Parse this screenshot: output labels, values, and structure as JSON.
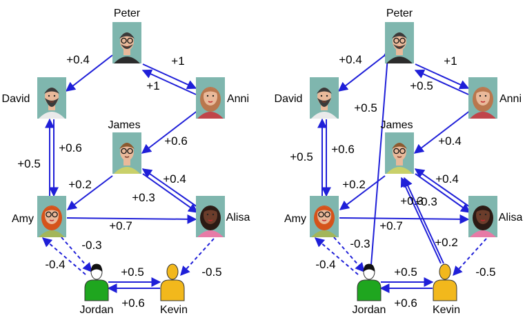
{
  "colors": {
    "edge": "#1f1fd8",
    "photo_bg": "#7fb6ae",
    "jordan": "#1fa61f",
    "kevin": "#f2b81c"
  },
  "panels": [
    {
      "id": "left",
      "nodes": [
        {
          "id": "peter",
          "name": "Peter",
          "icon": "bearded-glasses-man-icon"
        },
        {
          "id": "david",
          "name": "David",
          "icon": "bearded-man-icon"
        },
        {
          "id": "anni",
          "name": "Anni",
          "icon": "woman-icon"
        },
        {
          "id": "james",
          "name": "James",
          "icon": "glasses-man-icon"
        },
        {
          "id": "amy",
          "name": "Amy",
          "icon": "red-hair-woman-icon"
        },
        {
          "id": "alisa",
          "name": "Alisa",
          "icon": "dark-hair-woman-icon"
        },
        {
          "id": "jordan",
          "name": "Jordan",
          "icon": "green-user-icon"
        },
        {
          "id": "kevin",
          "name": "Kevin",
          "icon": "yellow-user-icon"
        }
      ],
      "edges": [
        {
          "from": "peter",
          "to": "david",
          "label": "+0.4",
          "style": "solid"
        },
        {
          "from": "peter",
          "to": "anni",
          "label": "+1",
          "style": "solid"
        },
        {
          "from": "anni",
          "to": "peter",
          "label": "+1",
          "style": "solid"
        },
        {
          "from": "anni",
          "to": "james",
          "label": "+0.6",
          "style": "solid"
        },
        {
          "from": "david",
          "to": "amy",
          "label": "+0.6",
          "style": "solid"
        },
        {
          "from": "amy",
          "to": "david",
          "label": "+0.5",
          "style": "solid"
        },
        {
          "from": "james",
          "to": "amy",
          "label": "+0.2",
          "style": "solid"
        },
        {
          "from": "alisa",
          "to": "james",
          "label": "+0.4",
          "style": "solid"
        },
        {
          "from": "james",
          "to": "alisa",
          "label": "+0.3",
          "style": "solid"
        },
        {
          "from": "amy",
          "to": "alisa",
          "label": "+0.7",
          "style": "solid"
        },
        {
          "from": "amy",
          "to": "jordan",
          "label": "-0.3",
          "style": "dashed"
        },
        {
          "from": "jordan",
          "to": "amy",
          "label": "-0.4",
          "style": "dashed"
        },
        {
          "from": "jordan",
          "to": "kevin",
          "label": "+0.5",
          "style": "solid"
        },
        {
          "from": "kevin",
          "to": "jordan",
          "label": "+0.6",
          "style": "solid"
        },
        {
          "from": "alisa",
          "to": "kevin",
          "label": "-0.5",
          "style": "dashed"
        }
      ]
    },
    {
      "id": "right",
      "nodes": [
        {
          "id": "peter",
          "name": "Peter",
          "icon": "bearded-glasses-man-icon"
        },
        {
          "id": "david",
          "name": "David",
          "icon": "bearded-man-icon"
        },
        {
          "id": "anni",
          "name": "Anni",
          "icon": "woman-icon"
        },
        {
          "id": "james",
          "name": "James",
          "icon": "glasses-man-icon"
        },
        {
          "id": "amy",
          "name": "Amy",
          "icon": "red-hair-woman-icon"
        },
        {
          "id": "alisa",
          "name": "Alisa",
          "icon": "dark-hair-woman-icon"
        },
        {
          "id": "jordan",
          "name": "Jordan",
          "icon": "green-user-icon"
        },
        {
          "id": "kevin",
          "name": "Kevin",
          "icon": "yellow-user-icon"
        }
      ],
      "edges": [
        {
          "from": "peter",
          "to": "david",
          "label": "+0.4",
          "style": "solid"
        },
        {
          "from": "peter",
          "to": "anni",
          "label": "+1",
          "style": "solid"
        },
        {
          "from": "anni",
          "to": "peter",
          "label": "+0.5",
          "style": "solid"
        },
        {
          "from": "anni",
          "to": "james",
          "label": "+0.4",
          "style": "solid"
        },
        {
          "from": "david",
          "to": "amy",
          "label": "+0.6",
          "style": "solid"
        },
        {
          "from": "amy",
          "to": "david",
          "label": "+0.5",
          "style": "solid"
        },
        {
          "from": "james",
          "to": "amy",
          "label": "+0.2",
          "style": "solid"
        },
        {
          "from": "alisa",
          "to": "james",
          "label": "+0.4",
          "style": "solid"
        },
        {
          "from": "james",
          "to": "alisa",
          "label": "+0.3",
          "style": "solid"
        },
        {
          "from": "amy",
          "to": "alisa",
          "label": "+0.7",
          "style": "solid"
        },
        {
          "from": "amy",
          "to": "jordan",
          "label": "-0.3",
          "style": "dashed"
        },
        {
          "from": "jordan",
          "to": "amy",
          "label": "-0.4",
          "style": "dashed"
        },
        {
          "from": "jordan",
          "to": "kevin",
          "label": "+0.5",
          "style": "solid"
        },
        {
          "from": "kevin",
          "to": "jordan",
          "label": "+0.6",
          "style": "solid"
        },
        {
          "from": "alisa",
          "to": "kevin",
          "label": "-0.5",
          "style": "dashed"
        },
        {
          "from": "jordan",
          "to": "peter",
          "label": "+0.5",
          "style": "solid"
        },
        {
          "from": "kevin",
          "to": "james",
          "label": "+0.3",
          "style": "solid"
        },
        {
          "from": "kevin",
          "to": "james",
          "label": "+0.2",
          "style": "solid"
        }
      ]
    }
  ]
}
